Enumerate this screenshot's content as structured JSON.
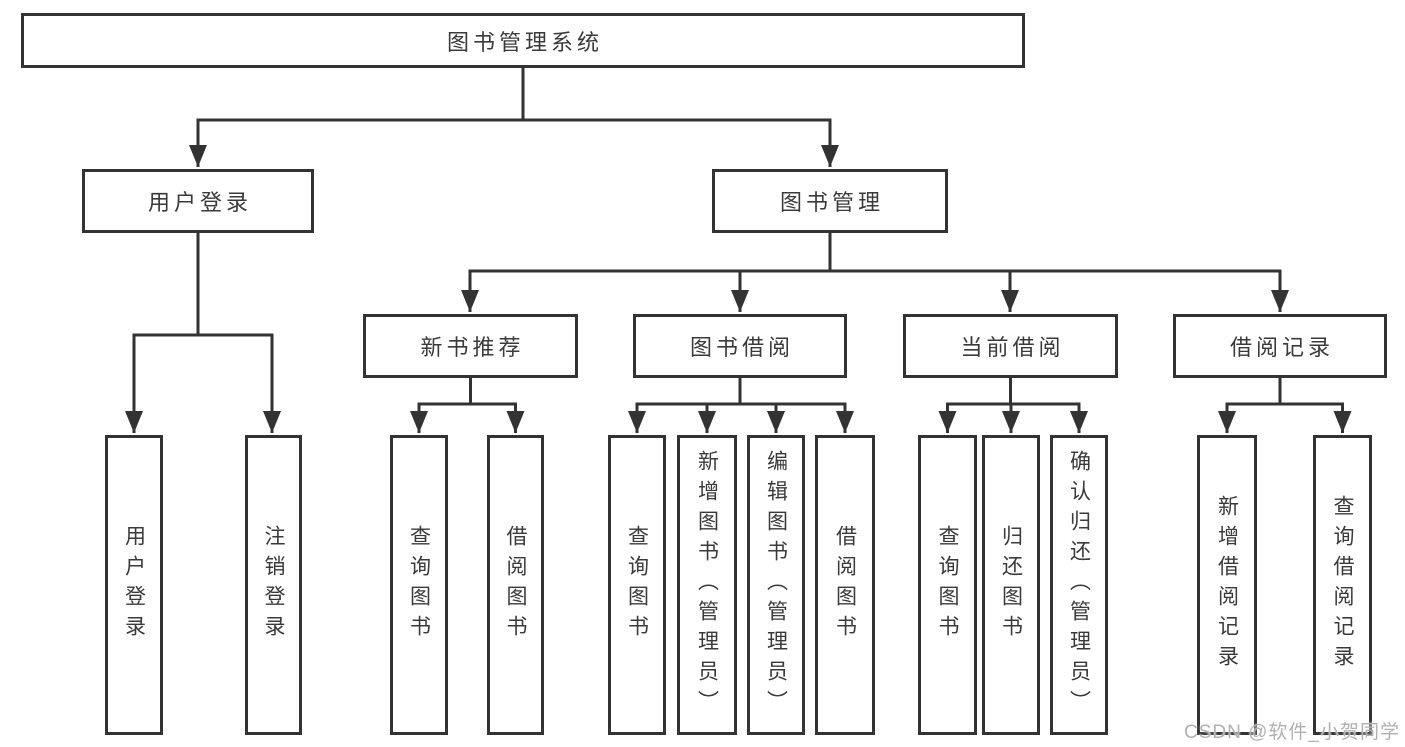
{
  "tree": {
    "root": "图书管理系统",
    "branches": [
      {
        "label": "用户登录",
        "leaves": [
          "用户登录",
          "注销登录"
        ]
      },
      {
        "label": "图书管理",
        "groups": [
          {
            "label": "新书推荐",
            "leaves": [
              "查询图书",
              "借阅图书"
            ]
          },
          {
            "label": "图书借阅",
            "leaves": [
              "查询图书",
              "新增图书（管理员）",
              "编辑图书（管理员）",
              "借阅图书"
            ]
          },
          {
            "label": "当前借阅",
            "leaves": [
              "查询图书",
              "归还图书",
              "确认归还（管理员）"
            ]
          },
          {
            "label": "借阅记录",
            "leaves": [
              "新增借阅记录",
              "查询借阅记录"
            ]
          }
        ]
      }
    ]
  },
  "watermark": "CSDN @软件_小贺同学",
  "colors": {
    "line": "#333333",
    "text": "#3a3a3a",
    "watermark": "#b1b1b1",
    "background": "#ffffff"
  }
}
